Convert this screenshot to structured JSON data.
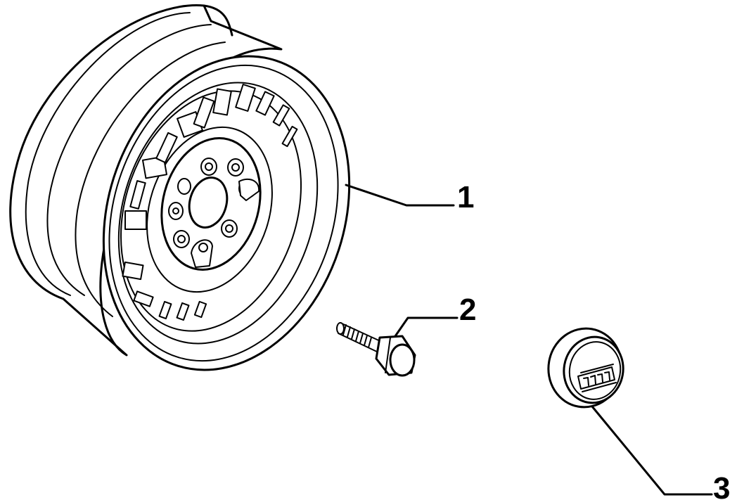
{
  "callouts": [
    {
      "id": "wheel",
      "label": "1"
    },
    {
      "id": "bolt",
      "label": "2"
    },
    {
      "id": "hubcap",
      "label": "3"
    }
  ],
  "colors": {
    "line": "#000000",
    "background": "#ffffff"
  }
}
